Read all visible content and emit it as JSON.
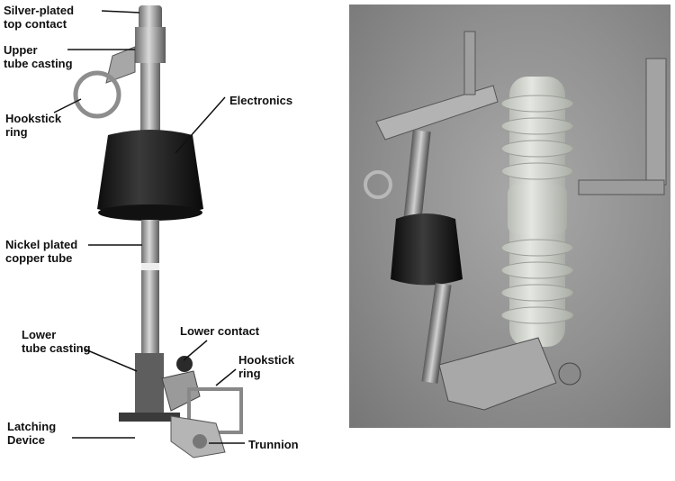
{
  "left_panel": {
    "labels": {
      "silver_top_contact": "Silver-plated\ntop contact",
      "upper_tube_casting": "Upper\ntube casting",
      "hookstick_ring_upper": "Hookstick\nring",
      "electronics": "Electronics",
      "nickel_tube": "Nickel plated\ncopper tube",
      "lower_tube_casting": "Lower\ntube casting",
      "lower_contact": "Lower contact",
      "hookstick_ring_lower": "Hookstick\nring",
      "latching_device": "Latching\nDevice",
      "trunnion": "Trunnion"
    }
  },
  "colors": {
    "label_text": "#111111",
    "insulator_body": "#1e1e1e",
    "porcelain": "#cfd3cc",
    "photo_background": "#8f8f8f"
  }
}
